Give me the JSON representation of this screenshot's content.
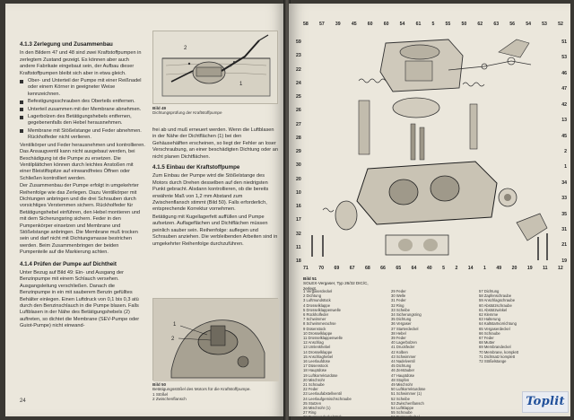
{
  "left_page": {
    "section1_title": "4.1.3 Zerlegung und Zusammenbau",
    "intro": "In den Bildern 47 und 48 sind zwei Kraftstoffpumpen in zerlegtem Zustand gezeigt. Es können aber auch andere Fabrikate eingebaut sein, der Aufbau dieser Kraftstoffpumpen bleibt sich aber in etwa gleich.",
    "bullets": [
      "Ober- und Unterteil der Pumpe mit einer Reißnadel oder einem Körner in geeigneter Weise kennzeichnen.",
      "Befestigungsschrauben des Oberteils entfernen.",
      "Unterteil zusammen mit der Membrane abnehmen.",
      "Lagerbolzen des Betätigungshebels entfernen, gegebenenfalls den Hebel herausnehmen.",
      "Membrane mit Stößelstange und Feder abnehmen. Rückholfeder nicht verlieren."
    ],
    "para2": "Ventilkörper und Feder herausnehmen und kontrollieren. Das Ansaugventil kann nicht ausgebaut werden, bei Beschädigung ist die Pumpe zu ersetzen. Die Ventilplättchen können durch leichtes Anstoßen mit einer Bleistiftspitze auf einwandfreies Öffnen oder Schließen kontrolliert werden.",
    "para3": "Der Zusammenbau der Pumpe erfolgt in umgekehrter Reihenfolge wie das Zerlegen. Dazu Ventilkörper mit Dichtungen anbringen und die drei Schrauben durch vorsichtiges Verstemmen sichern. Rückholfeder für Betätigungshebel einführen, den Hebel montieren und mit dem Sicherungsring sichern. Feder in den Pumpenkörper einsetzen und Membrane und Stößelstange anbringen. Die Membrane muß trocken sein und darf nicht mit Dichtungsmasse bestrichen werden. Beim Zusammenbringen der beiden Pumpenteile auf die Markierung achten.",
    "section2_title": "4.1.4 Prüfen der Pumpe auf Dichtheit",
    "para4": "Unter Bezug auf Bild 49: Ein- und Ausgang der Benzinpumpe mit einem Schlauch versehen. Ausgangsleitung verschließen. Danach die Benzinpumpe in ein mit sauberem Benzin gefülltes Behälter einlegen. Einen Luftdruck von 0,1 bis 0,3 atü durch den Benzinschlauch in die Pumpe blasen. Falls Luftblasen in der Nähe des Betätigungshebels (2) auftreten, so dichtet die Membrane (SEV-Pumpe oder Guiot-Pumpe) nicht einwand-",
    "fig49_caption_num": "Bild 49",
    "fig49_caption": "Dichtungsprüfung der Kraftstoffpumpe",
    "col2_para1": "frei ab und muß erneuert werden. Wenn die Luftblasen in der Nähe der Dichtflächen (1) bei den Gehäusehälften erscheinen, so liegt der Fehler an loser Verschraubung, an einer beschädigten Dichtung oder an nicht planen Dichtflächen.",
    "section3_title": "4.1.5 Einbau der Kraftstoffpumpe",
    "col2_para2": "Zum Einbau der Pumpe wird die Stößelstange des Motors durch Drehen desselben auf den niedrigsten Punkt gebracht. Alsdann kontrollieren, ob die bereits erwähnte Maß von 1,2 mm Abstand zum Zwischenflansch stimmt (Bild 50). Falls erforderlich, entsprechende Korrektur vornehmen.",
    "col2_para3": "Betätigung mit Kugellagerfett auffüllen und Pumpe aufsetzen. Auflageflächen und Dichtflächen müssen peinlich sauber sein. Reihenfolge: auflegen und Schrauben anziehen. Die verbleibenden Arbeiten sind in umgekehrter Reihenfolge durchzuführen.",
    "fig50_caption_num": "Bild 50",
    "fig50_caption": "Betätigungsstößel des Motors für die Kraftstoffpumpe.",
    "fig50_items": [
      "1 Stößel",
      "2 Zwischenflansch"
    ],
    "page_number": "24"
  },
  "right_page": {
    "top_callouts": [
      "58",
      "57",
      "39",
      "45",
      "60",
      "60",
      "54",
      "61",
      "5",
      "55",
      "50",
      "62",
      "63",
      "56",
      "54",
      "53",
      "52"
    ],
    "right_callouts": [
      "51",
      "53",
      "46",
      "47",
      "42",
      "13",
      "45",
      "2",
      "1",
      "34",
      "33",
      "35",
      "31",
      "21",
      "19"
    ],
    "left_callouts": [
      "59",
      "23",
      "22",
      "24",
      "25",
      "26",
      "27",
      "28",
      "29",
      "30",
      "20",
      "10",
      "16",
      "17",
      "32",
      "11",
      "18"
    ],
    "bottom_callouts": [
      "71",
      "70",
      "69",
      "67",
      "68",
      "66",
      "65",
      "64",
      "40",
      "5",
      "2",
      "14",
      "1",
      "49",
      "20",
      "19",
      "11",
      "12"
    ],
    "legend_title": "Bild 51",
    "legend_subtitle": "SOLEX-Vergaser, Typ 26/32 DIC/C, zerlegt.",
    "parts_col1": [
      "1 Vergaserdeckel",
      "2 Dichtung",
      "3 Luftmundstück",
      "4 Drosselklappe",
      "5 Drosselklappenwelle",
      "6 Rückholfeder",
      "7 Schwimmer",
      "8 Schwimmerachse",
      "9 Düsenstock",
      "10 Drosselklappe",
      "11 Drosselklappenwelle",
      "12 Anschlag",
      "13 Umlenkhebel",
      "14 Drosselklappe",
      "15 Anschlaghebel",
      "16 Leerlaufdüse",
      "17 Düsenstock",
      "18 Hauptdüse",
      "19 Luftkorrekturdüse",
      "20 Mischrohr",
      "21 Schraube",
      "22 Feder",
      "23 Leerlaufabstellventil",
      "24 Leerlaufgemischschraube",
      "25 Stutzen",
      "26 Mischrohr (1)",
      "27 Ring",
      "28 Pumpendeckelstück"
    ],
    "parts_col2": [
      "29 Feder",
      "30 Welle",
      "31 Feder",
      "32 Ring",
      "33 Scheibe",
      "34 Sicherungsring",
      "35 Dichtung",
      "36 Vergaser",
      "37 Starterdeckel",
      "38 Hebel",
      "39 Feder",
      "40 Lagerbolzen",
      "41 Druckfeder",
      "42 Kolben",
      "43 Schwimmer",
      "44 Nadelventil",
      "45 Dichtung",
      "46 Zerstäuber",
      "47 Hauptdüse",
      "48 Stopfen",
      "49 Mischrohr",
      "50 Luftkorrekturdüse",
      "51 Schwimmer (1)",
      "52 Scheibe",
      "53 Zwischenflansch",
      "54 Luftklappe",
      "55 Schraube",
      "56 Pumpenhebel"
    ],
    "parts_col3": [
      "57 Dichtung",
      "58 Zapfenschraube",
      "59 Anschlagschraube",
      "60 Abstützschraube",
      "61 Abstützwinkel",
      "62 Klemme",
      "63 Halterung",
      "64 Kaltstartvorrichtung",
      "65 Vergaserdeckel",
      "66 Schraube",
      "67 Feder",
      "68 Mutter",
      "69 Membrandeckel",
      "70 Membrane, komplett",
      "71 Dichtsatz komplett",
      "72 Stößelstange"
    ],
    "fig_label_51": "Bild 51"
  },
  "logo_text": "Toplit"
}
